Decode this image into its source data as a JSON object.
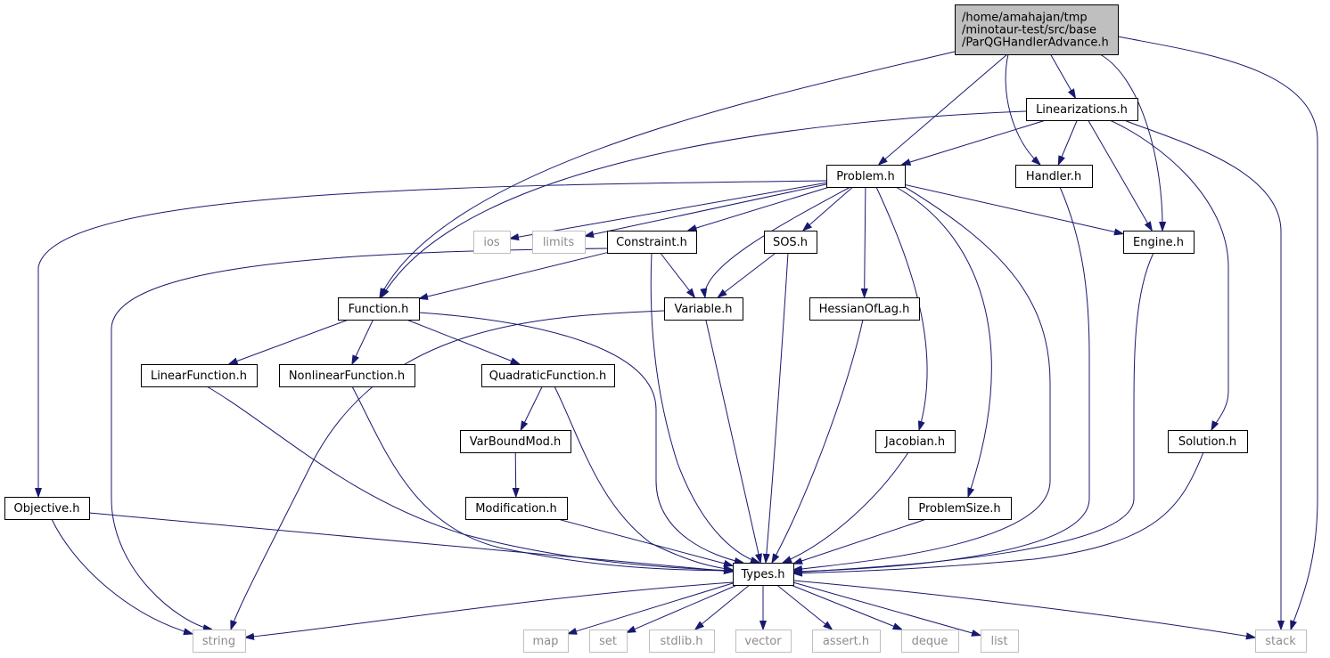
{
  "diagram": {
    "nodes": [
      {
        "id": "root",
        "lines": [
          "/home/amahajan/tmp",
          "/minotaur-test/src/base",
          "/ParQGHandlerAdvance.h"
        ],
        "kind": "root"
      },
      {
        "id": "linearizations",
        "lines": [
          "Linearizations.h"
        ],
        "kind": "file"
      },
      {
        "id": "problem",
        "lines": [
          "Problem.h"
        ],
        "kind": "file"
      },
      {
        "id": "handler",
        "lines": [
          "Handler.h"
        ],
        "kind": "file"
      },
      {
        "id": "ios",
        "lines": [
          "ios"
        ],
        "kind": "system"
      },
      {
        "id": "limits",
        "lines": [
          "limits"
        ],
        "kind": "system"
      },
      {
        "id": "constraint",
        "lines": [
          "Constraint.h"
        ],
        "kind": "file"
      },
      {
        "id": "sos",
        "lines": [
          "SOS.h"
        ],
        "kind": "file"
      },
      {
        "id": "engine",
        "lines": [
          "Engine.h"
        ],
        "kind": "file"
      },
      {
        "id": "function",
        "lines": [
          "Function.h"
        ],
        "kind": "file"
      },
      {
        "id": "variable",
        "lines": [
          "Variable.h"
        ],
        "kind": "file"
      },
      {
        "id": "hessian",
        "lines": [
          "HessianOfLag.h"
        ],
        "kind": "file"
      },
      {
        "id": "linearfn",
        "lines": [
          "LinearFunction.h"
        ],
        "kind": "file"
      },
      {
        "id": "nonlinearfn",
        "lines": [
          "NonlinearFunction.h"
        ],
        "kind": "file"
      },
      {
        "id": "quadraticfn",
        "lines": [
          "QuadraticFunction.h"
        ],
        "kind": "file"
      },
      {
        "id": "varboundmod",
        "lines": [
          "VarBoundMod.h"
        ],
        "kind": "file"
      },
      {
        "id": "jacobian",
        "lines": [
          "Jacobian.h"
        ],
        "kind": "file"
      },
      {
        "id": "solution",
        "lines": [
          "Solution.h"
        ],
        "kind": "file"
      },
      {
        "id": "objective",
        "lines": [
          "Objective.h"
        ],
        "kind": "file"
      },
      {
        "id": "modification",
        "lines": [
          "Modification.h"
        ],
        "kind": "file"
      },
      {
        "id": "problemsize",
        "lines": [
          "ProblemSize.h"
        ],
        "kind": "file"
      },
      {
        "id": "types",
        "lines": [
          "Types.h"
        ],
        "kind": "file"
      },
      {
        "id": "string",
        "lines": [
          "string"
        ],
        "kind": "system"
      },
      {
        "id": "map",
        "lines": [
          "map"
        ],
        "kind": "system"
      },
      {
        "id": "set",
        "lines": [
          "set"
        ],
        "kind": "system"
      },
      {
        "id": "stdlib",
        "lines": [
          "stdlib.h"
        ],
        "kind": "system"
      },
      {
        "id": "vector",
        "lines": [
          "vector"
        ],
        "kind": "system"
      },
      {
        "id": "assert",
        "lines": [
          "assert.h"
        ],
        "kind": "system"
      },
      {
        "id": "deque",
        "lines": [
          "deque"
        ],
        "kind": "system"
      },
      {
        "id": "list",
        "lines": [
          "list"
        ],
        "kind": "system"
      },
      {
        "id": "stack",
        "lines": [
          "stack"
        ],
        "kind": "system"
      }
    ],
    "edges": [
      {
        "from": "root",
        "to": "linearizations"
      },
      {
        "from": "root",
        "to": "problem"
      },
      {
        "from": "root",
        "to": "handler"
      },
      {
        "from": "root",
        "to": "engine"
      },
      {
        "from": "root",
        "to": "function"
      },
      {
        "from": "root",
        "to": "stack"
      },
      {
        "from": "linearizations",
        "to": "problem"
      },
      {
        "from": "linearizations",
        "to": "handler"
      },
      {
        "from": "linearizations",
        "to": "engine"
      },
      {
        "from": "linearizations",
        "to": "function"
      },
      {
        "from": "linearizations",
        "to": "solution"
      },
      {
        "from": "linearizations",
        "to": "stack"
      },
      {
        "from": "problem",
        "to": "ios"
      },
      {
        "from": "problem",
        "to": "limits"
      },
      {
        "from": "problem",
        "to": "constraint"
      },
      {
        "from": "problem",
        "to": "sos"
      },
      {
        "from": "problem",
        "to": "engine"
      },
      {
        "from": "problem",
        "to": "variable"
      },
      {
        "from": "problem",
        "to": "hessian"
      },
      {
        "from": "problem",
        "to": "jacobian"
      },
      {
        "from": "problem",
        "to": "problemsize"
      },
      {
        "from": "problem",
        "to": "objective"
      },
      {
        "from": "problem",
        "to": "types"
      },
      {
        "from": "handler",
        "to": "types"
      },
      {
        "from": "constraint",
        "to": "function"
      },
      {
        "from": "constraint",
        "to": "variable"
      },
      {
        "from": "constraint",
        "to": "types"
      },
      {
        "from": "constraint",
        "to": "string"
      },
      {
        "from": "sos",
        "to": "variable"
      },
      {
        "from": "sos",
        "to": "types"
      },
      {
        "from": "engine",
        "to": "types"
      },
      {
        "from": "function",
        "to": "linearfn"
      },
      {
        "from": "function",
        "to": "nonlinearfn"
      },
      {
        "from": "function",
        "to": "quadraticfn"
      },
      {
        "from": "function",
        "to": "types"
      },
      {
        "from": "variable",
        "to": "types"
      },
      {
        "from": "variable",
        "to": "string"
      },
      {
        "from": "hessian",
        "to": "types"
      },
      {
        "from": "linearfn",
        "to": "types"
      },
      {
        "from": "nonlinearfn",
        "to": "types"
      },
      {
        "from": "quadraticfn",
        "to": "varboundmod"
      },
      {
        "from": "quadraticfn",
        "to": "types"
      },
      {
        "from": "varboundmod",
        "to": "modification"
      },
      {
        "from": "modification",
        "to": "types"
      },
      {
        "from": "jacobian",
        "to": "types"
      },
      {
        "from": "solution",
        "to": "types"
      },
      {
        "from": "objective",
        "to": "types"
      },
      {
        "from": "objective",
        "to": "string"
      },
      {
        "from": "problemsize",
        "to": "types"
      },
      {
        "from": "types",
        "to": "string"
      },
      {
        "from": "types",
        "to": "map"
      },
      {
        "from": "types",
        "to": "set"
      },
      {
        "from": "types",
        "to": "stdlib"
      },
      {
        "from": "types",
        "to": "vector"
      },
      {
        "from": "types",
        "to": "assert"
      },
      {
        "from": "types",
        "to": "deque"
      },
      {
        "from": "types",
        "to": "list"
      },
      {
        "from": "types",
        "to": "stack"
      }
    ]
  }
}
